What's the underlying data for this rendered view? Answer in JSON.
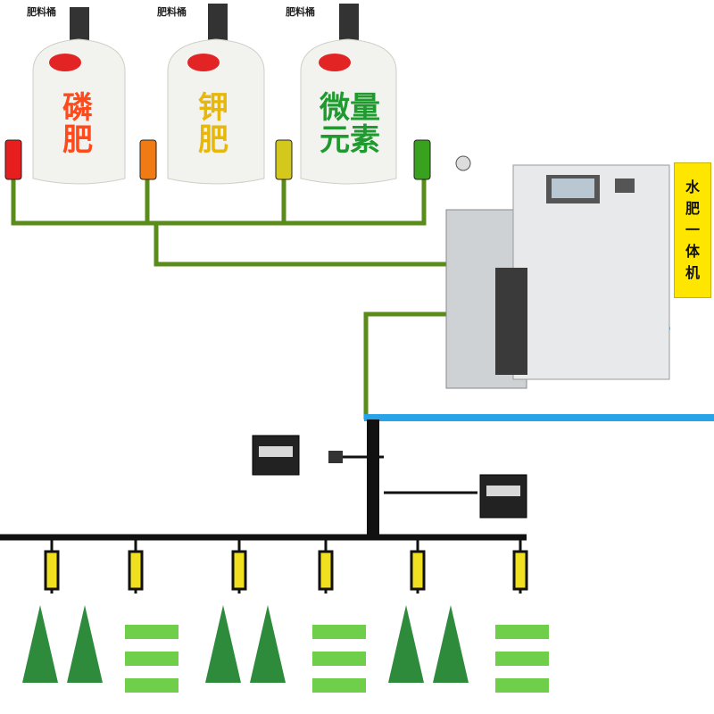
{
  "tanks": [
    {
      "name": "磷肥",
      "color": "#ff4a1c",
      "valve_color": "#e61e1e"
    },
    {
      "name": "钾肥",
      "color": "#e8b70b",
      "valve_color": "#f07b14"
    },
    {
      "name": "微量元素",
      "color": "#1e9a2e",
      "valve_color": "#d4c81c"
    }
  ],
  "extra_valve_color": "#38a21f",
  "machine": {
    "side_label": [
      "水",
      "肥",
      "一",
      "体",
      "机"
    ],
    "side_color": "#ffe600"
  },
  "labels": {
    "tank_top_1": "肥料桶",
    "tank_top_2": "肥料桶",
    "tank_top_3": "肥料桶"
  },
  "colors": {
    "fertilizer_pipe": "#5a8c1c",
    "water_pipe": "#29a3e8",
    "main_pipe": "#111111",
    "tree": "#2e8b3c",
    "grass": "#6fcf4a",
    "emitter": "#f0e020"
  }
}
